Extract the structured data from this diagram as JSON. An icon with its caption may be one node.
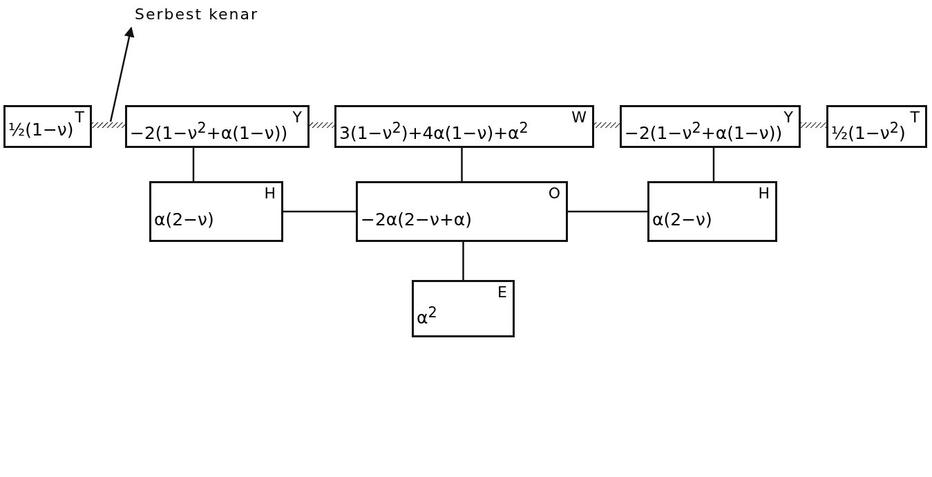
{
  "diagram": {
    "nodes": [
      {
        "text": [
          "T",
          "½(1−ν)"
        ]
      },
      {
        "text": [
          "Y",
          "−2(1−ν$^{2}$+α(1−ν))"
        ]
      },
      {
        "text": [
          "W",
          "3(1−ν$^{2}$)+4α(1−ν)+α$^{2}$"
        ]
      },
      {
        "text": [
          "Y",
          "−2(1−ν$^{2}$+α(1−ν))"
        ]
      },
      {
        "text": [
          "T",
          "½(1−ν$^{2}$)"
        ]
      },
      {
        "text": [
          "H",
          "α(2−ν)"
        ]
      },
      {
        "text": [
          "O",
          "−2α(2−ν+α)"
        ]
      },
      {
        "text": [
          "H",
          "α(2−ν)"
        ]
      },
      {
        "text": [
          "E",
          "α$^{2}$"
        ]
      },
      {
        "text": [
          "Serbest kenar"
        ]
      }
    ],
    "edges": [
      {
        "from": 0,
        "to": 1,
        "arrow": "none",
        "style": "thick"
      },
      {
        "from": 1,
        "to": 2,
        "arrow": "none",
        "style": "thick"
      },
      {
        "from": 2,
        "to": 3,
        "arrow": "none",
        "style": "thick"
      },
      {
        "from": 3,
        "to": 4,
        "arrow": "none",
        "style": "thick"
      },
      {
        "from": 1,
        "to": 5,
        "arrow": "none"
      },
      {
        "from": 2,
        "to": 6,
        "arrow": "none"
      },
      {
        "from": 3,
        "to": 7,
        "arrow": "none"
      },
      {
        "from": 5,
        "to": 6,
        "arrow": "none"
      },
      {
        "from": 6,
        "to": 7,
        "arrow": "none"
      },
      {
        "from": 6,
        "to": 8,
        "arrow": "none"
      },
      {
        "from": null,
        "to": 9,
        "arrow": "to"
      }
    ]
  }
}
